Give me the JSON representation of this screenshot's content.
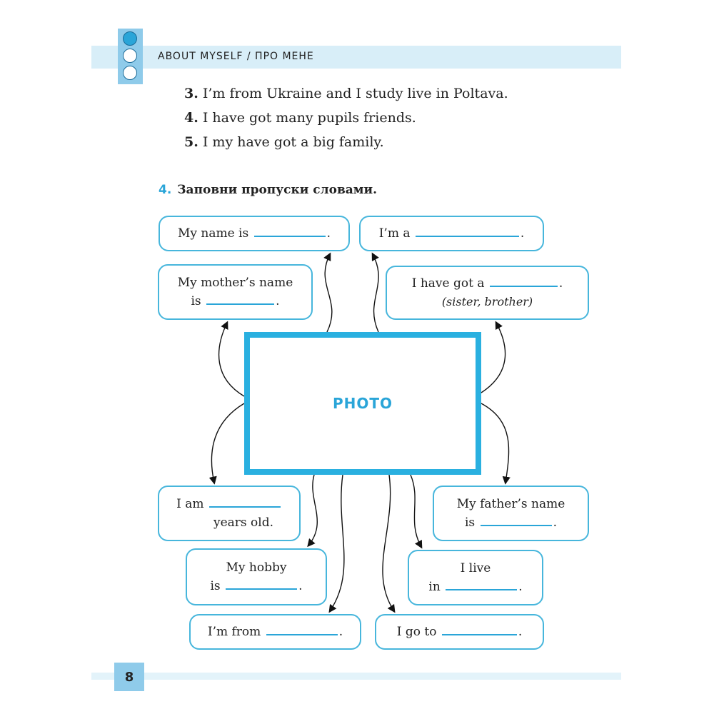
{
  "header": {
    "title": "ABOUT MYSELF / ПРО МЕНЕ"
  },
  "sentences": [
    {
      "num": "3.",
      "text": "I’m from Ukraine and I study live in Poltava."
    },
    {
      "num": "4.",
      "text": "I have got many pupils friends."
    },
    {
      "num": "5.",
      "text": "I my have got a big family."
    }
  ],
  "task": {
    "num": "4.",
    "text": "Заповни пропуски словами."
  },
  "photo_label": "PHOTO",
  "boxes": {
    "name": {
      "a": "My name is",
      "end": "."
    },
    "ima": {
      "a": "I’m a",
      "end": "."
    },
    "mother": {
      "a": "My mother’s name",
      "b": "is",
      "end": "."
    },
    "havegot": {
      "a": "I have got a",
      "end": ".",
      "hint": "(sister, brother)"
    },
    "iam": {
      "a": "I am",
      "b": "years old."
    },
    "father": {
      "a": "My father’s name",
      "b": "is",
      "end": "."
    },
    "hobby": {
      "a": "My hobby",
      "b": "is",
      "end": "."
    },
    "live": {
      "a": "I live",
      "b": "in",
      "end": "."
    },
    "from": {
      "a": "I’m from",
      "end": "."
    },
    "goto": {
      "a": "I go to",
      "end": "."
    }
  },
  "page_number": "8"
}
